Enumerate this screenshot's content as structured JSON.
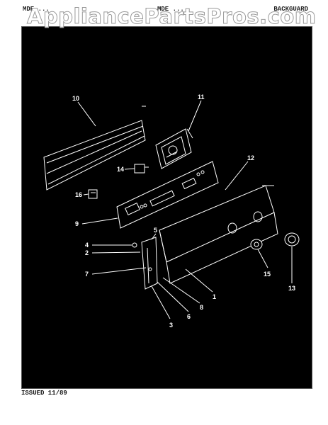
{
  "header": {
    "model_text": "MDE ...",
    "mid_text": "MDE ...",
    "section_title": "BACKGUARD"
  },
  "watermark": "AppliancePartsPros.com",
  "footer": {
    "issued": "ISSUED 11/89"
  },
  "callouts": [
    "1",
    "2",
    "3",
    "4",
    "5",
    "6",
    "7",
    "8",
    "9",
    "10",
    "11",
    "12",
    "13",
    "14",
    "15",
    "16"
  ],
  "colors": {
    "background": "#000000",
    "lines": "#ffffff",
    "page": "#ffffff"
  }
}
